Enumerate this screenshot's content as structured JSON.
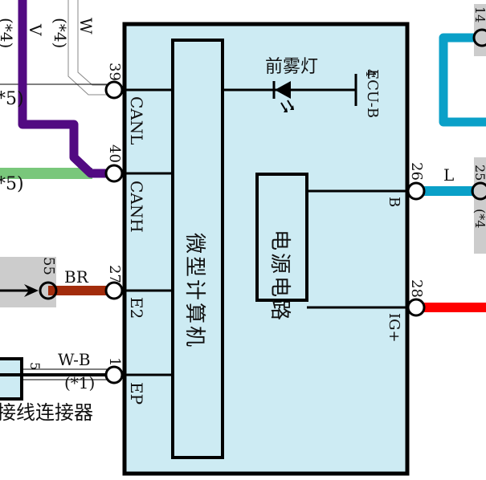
{
  "ecu": {
    "box_fill": "#cdebf3",
    "microcomputer_label": "微型计算机",
    "power_circuit_label": "电源电路",
    "front_fog_lamp_label": "前雾灯",
    "ground_label": "ECU-B",
    "ground_overlay_digit": "4",
    "pins": [
      {
        "num": "39",
        "name": "CANL"
      },
      {
        "num": "40",
        "name": "CANH"
      },
      {
        "num": "27",
        "name": "E2"
      },
      {
        "num": "1",
        "name": "EP"
      },
      {
        "num": "26",
        "name": "B"
      },
      {
        "num": "28",
        "name": "IG+"
      }
    ]
  },
  "wires": {
    "left_top_1": {
      "color_code": "V",
      "note": "(*4)",
      "color": "#520a82"
    },
    "left_top_2": {
      "color_code": "W",
      "note": "(*4)"
    },
    "left_mid_note": "*5)",
    "left_green_note": "*5)",
    "green_color": "#79c77b",
    "br": {
      "color_code": "BR",
      "color": "#a22c0c"
    },
    "wb": {
      "color_code": "W-B",
      "note": "(*1)"
    },
    "l": {
      "color_code": "L",
      "color": "#0aa0c8"
    },
    "ig_color": "#ff0000",
    "blue_loop_color": "#0aa0c8"
  },
  "left_connectors": {
    "connector_5": {
      "pin": "5"
    },
    "connector_55": {
      "pin": "55"
    },
    "junction_label": "接线连接器"
  },
  "right_connectors": {
    "top_pin": "14",
    "mid_pin": "25",
    "mid_note": "(*4"
  }
}
